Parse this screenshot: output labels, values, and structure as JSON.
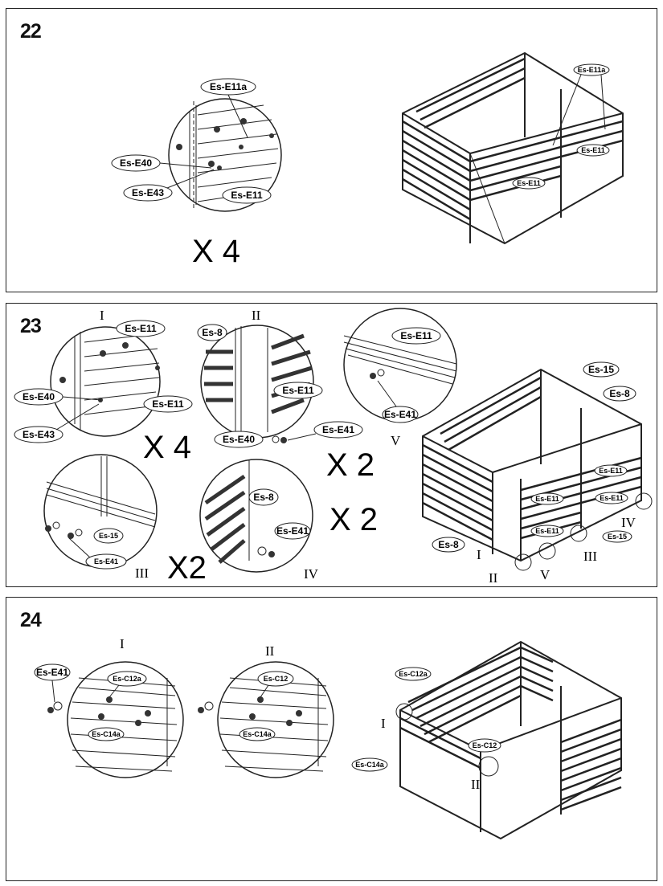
{
  "steps": [
    {
      "number": "22",
      "callouts": [
        "Es-E11a",
        "Es-E40",
        "Es-E43",
        "Es-E11"
      ],
      "multiplier": "X 4",
      "shed_labels": [
        "Es-E11a",
        "Es-E11",
        "Es-E11"
      ]
    },
    {
      "number": "23",
      "detail_I": {
        "roman": "I",
        "labels": [
          "Es-E11",
          "Es-E40",
          "Es-E11",
          "Es-E43"
        ],
        "multiplier": "X 4"
      },
      "detail_II": {
        "roman": "II",
        "labels": [
          "Es-8",
          "Es-E11",
          "Es-E40",
          "Es-E41"
        ],
        "multiplier": "X 2"
      },
      "detail_V": {
        "roman": "V",
        "labels": [
          "Es-E11",
          "Es-E41"
        ]
      },
      "detail_III": {
        "roman": "III",
        "labels": [
          "Es-15",
          "Es-E41"
        ],
        "multiplier": "X2"
      },
      "detail_IV": {
        "roman": "IV",
        "labels": [
          "Es-8",
          "Es-E41"
        ],
        "multiplier": "X 2"
      },
      "shed_labels": [
        "Es-15",
        "Es-8",
        "Es-E11",
        "Es-E11",
        "Es-E11",
        "Es-E11",
        "Es-8",
        "Es-15"
      ],
      "shed_romans": [
        "I",
        "II",
        "V",
        "III",
        "IV"
      ]
    },
    {
      "number": "24",
      "detail_I": {
        "roman": "I",
        "labels": [
          "Es-E41",
          "Es-C12a",
          "Es-C14a"
        ]
      },
      "detail_II": {
        "roman": "II",
        "labels": [
          "Es-C12",
          "Es-C14a"
        ]
      },
      "shed_labels": [
        "Es-C12a",
        "Es-C12",
        "Es-C14a"
      ],
      "shed_romans": [
        "I",
        "II"
      ]
    }
  ]
}
